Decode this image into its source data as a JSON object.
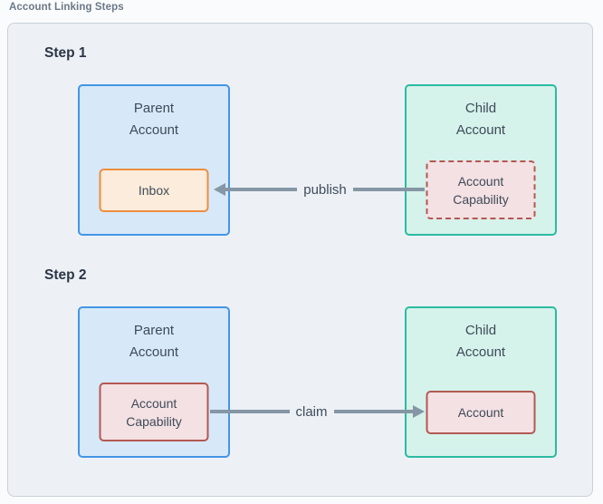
{
  "page": {
    "title": "Account Linking Steps"
  },
  "colors": {
    "page_bg": "#fafbfc",
    "panel_bg": "#edf1f6",
    "panel_border": "#c9d0d8",
    "title_text": "#6b7888",
    "heading_text": "#2b3546",
    "box_text": "#3e4b59",
    "label_text": "#3f4b5b",
    "blue_fill": "#d7e8f9",
    "blue_border": "#4495e4",
    "teal_fill": "#d5f2eb",
    "teal_border": "#2abca0",
    "orange_fill": "#fcecdb",
    "orange_border": "#ec8e3f",
    "pink_fill": "#f4e1e3",
    "pink_border": "#b25953",
    "arrow": "#8596a5"
  },
  "steps": [
    {
      "heading": "Step 1",
      "parent_box": {
        "title": "Parent\nAccount",
        "inner_label": "Inbox"
      },
      "child_box": {
        "title": "Child\nAccount",
        "inner_label": "Account\nCapability"
      },
      "arrow_label": "publish",
      "arrow_direction": "right-to-left"
    },
    {
      "heading": "Step 2",
      "parent_box": {
        "title": "Parent\nAccount",
        "inner_label": "Account\nCapability"
      },
      "child_box": {
        "title": "Child\nAccount",
        "inner_label": "Account"
      },
      "arrow_label": "claim",
      "arrow_direction": "left-to-right"
    }
  ]
}
